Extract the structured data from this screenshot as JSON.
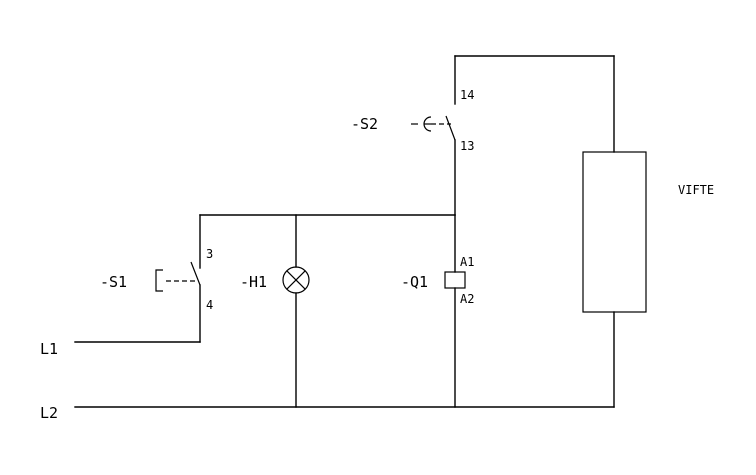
{
  "labels": {
    "L1": "L1",
    "L2": "L2",
    "S1": "-S1",
    "S2": "-S2",
    "H1": "-H1",
    "Q1": "-Q1",
    "vifte": "VIFTE"
  },
  "terminals": {
    "s1_top": "3",
    "s1_bottom": "4",
    "s2_top": "14",
    "s2_bottom": "13",
    "q1_top": "A1",
    "q1_bottom": "A2"
  },
  "colors": {
    "line": "#000000",
    "background": "#ffffff"
  }
}
